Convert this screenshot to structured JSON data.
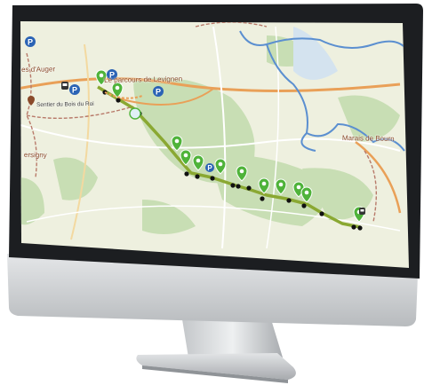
{
  "map": {
    "places": {
      "auger": "es d'Auger",
      "levignen": "Le parcours de Levignen",
      "sentier": "Sentier du Bois du Roi",
      "marais": "Marais de Bourn",
      "ersigny": "ersigny"
    },
    "parking_symbol": "P",
    "icons": [
      "parking-icon",
      "train-icon",
      "location-pin-icon",
      "waypoint-marker-icon"
    ],
    "colors": {
      "route": "#8aa832",
      "boundary": "#5b8fd0",
      "forest": "#c8deb4",
      "land": "#eef0df",
      "road": "#e9a058",
      "marker": "#4fb33a"
    }
  }
}
